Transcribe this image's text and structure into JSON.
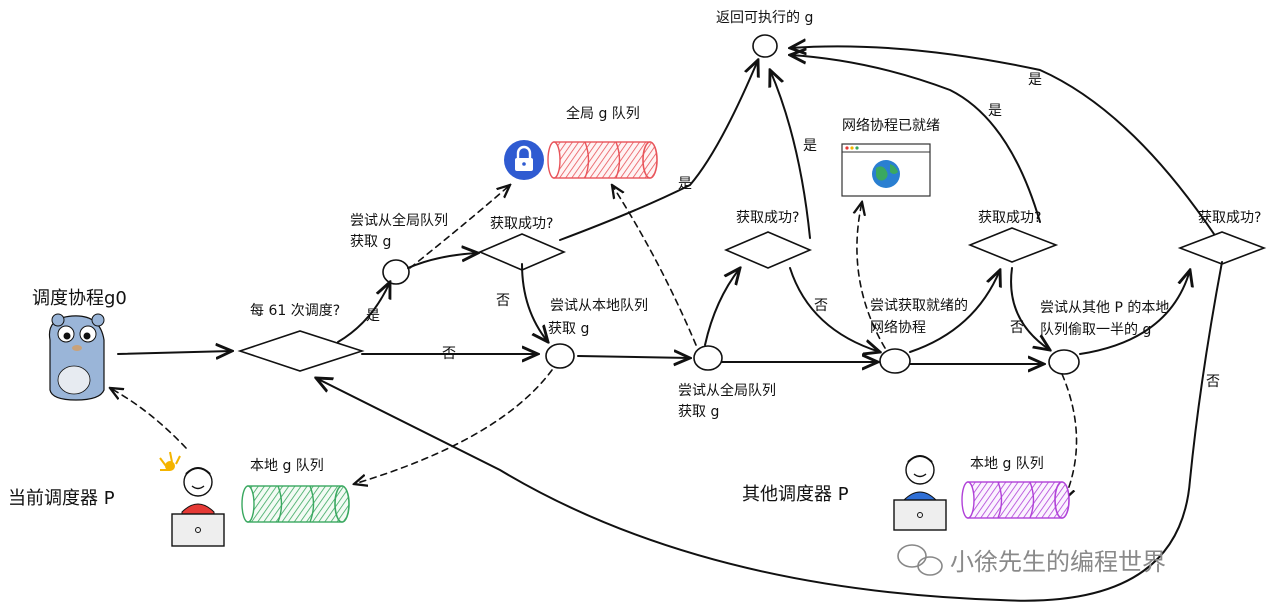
{
  "scheduler": {
    "title": "调度协程g0",
    "current_label": "当前调度器 P",
    "other_label": "其他调度器 P"
  },
  "labels": {
    "every61": "每 61 次调度?",
    "try_global_1": "尝试从全局队列",
    "try_global_2": "获取 g",
    "success_global": "获取成功?",
    "global_queue": "全局 g 队列",
    "return_runnable": "返回可执行的 g",
    "try_local_1": "尝试从本地队列",
    "try_local_2": "获取 g",
    "local_queue": "本地 g 队列",
    "try_global2_1": "尝试从全局队列",
    "try_global2_2": "获取 g",
    "success_global2": "获取成功?",
    "network_ready": "网络协程已就绪",
    "try_netpoll_1": "尝试获取就绪的",
    "try_netpoll_2": "网络协程",
    "success_netpoll": "获取成功?",
    "try_steal_1": "尝试从其他 P 的本地",
    "try_steal_2": "队列偷取一半的 g",
    "success_steal": "获取成功?",
    "other_local_queue": "本地 g 队列"
  },
  "edges": {
    "yes": "是",
    "no": "否"
  },
  "watermark": "小徐先生的编程世界",
  "colors": {
    "diamond_hatch": "#5a4fcf",
    "node_hatch": "#3a8fd6",
    "global_queue": "#e8545a",
    "local_queue": "#3aa860",
    "other_queue": "#b041d8",
    "lock": "#2f5bd1",
    "gopher": "#9ab5d8",
    "person_red": "#e53935",
    "person_blue": "#2f6fd6"
  }
}
